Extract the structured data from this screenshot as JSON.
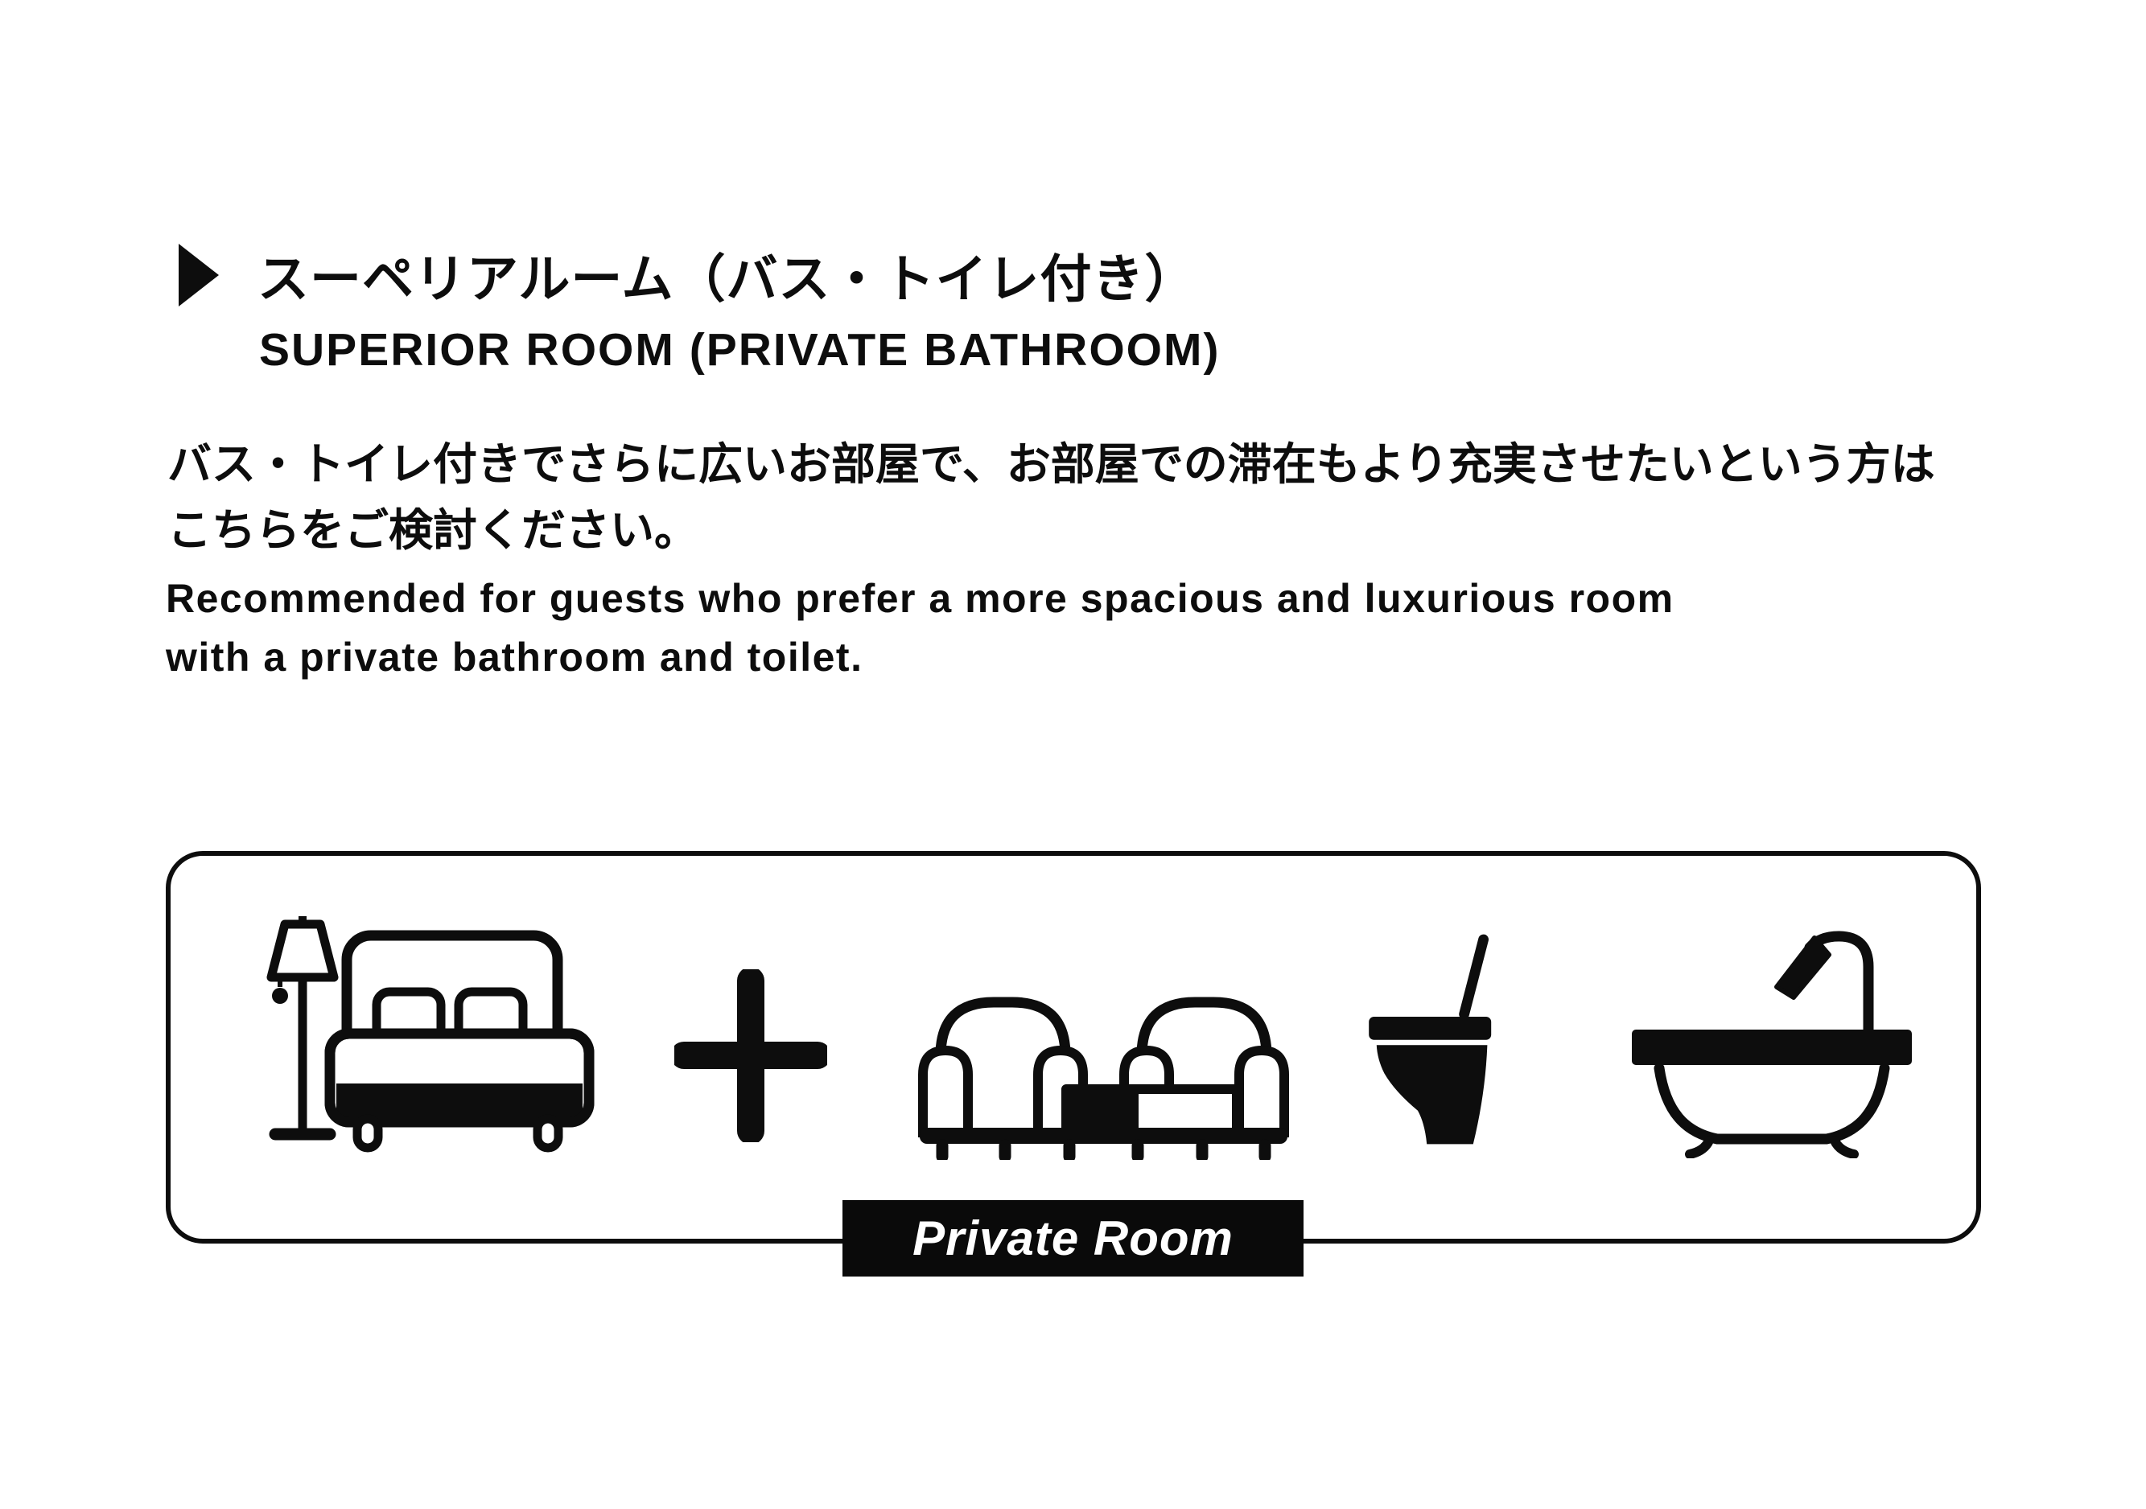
{
  "colors": {
    "background": "#ffffff",
    "ink": "#0d0d0d",
    "badge_background": "#0a0a0a",
    "badge_text": "#ffffff"
  },
  "header": {
    "marker_icon": "right-triangle-icon",
    "title_jp": "スーペリアルーム（バス・トイレ付き）",
    "title_en": "SUPERIOR ROOM (PRIVATE BATHROOM)"
  },
  "description": {
    "jp_lines": [
      "バス・トイレ付きでさらに広いお部屋で、お部屋での滞在もより充実させたいという方は",
      "こちらをご検討ください。"
    ],
    "en_lines": [
      "Recommended for guests who prefer a more spacious and luxurious room",
      "with a private bathroom and toilet."
    ]
  },
  "feature_box": {
    "badge_label": "Private Room",
    "icons": [
      {
        "name": "bed-with-floor-lamp-icon"
      },
      {
        "name": "plus-icon"
      },
      {
        "name": "armchairs-with-table-icon"
      },
      {
        "name": "toilet-icon"
      },
      {
        "name": "bathtub-icon"
      }
    ]
  }
}
